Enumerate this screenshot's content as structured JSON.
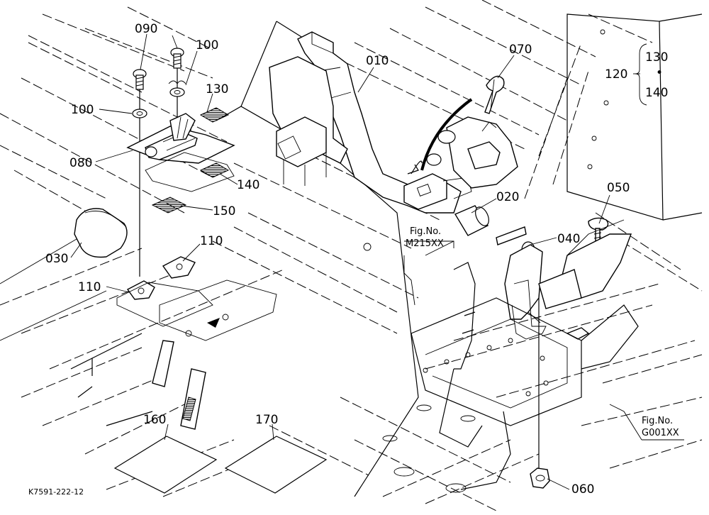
{
  "drawing_code": "K7591-222-12",
  "part_numbers": {
    "p010": "010",
    "p020": "020",
    "p030": "030",
    "p040": "040",
    "p050": "050",
    "p060": "060",
    "p070": "070",
    "p080": "080",
    "p090": "090",
    "p100a": "100",
    "p100b": "100",
    "p110a": "110",
    "p110b": "110",
    "p120": "120",
    "p130a": "130",
    "p130b": "130",
    "p140a": "140",
    "p140b": "140",
    "p150": "150",
    "p160": "160",
    "p170": "170"
  },
  "group_separator": "•",
  "fig_refs": [
    {
      "label": "Fig.No.",
      "number": "M215XX"
    },
    {
      "label": "Fig.No.",
      "number": "G001XX"
    }
  ]
}
